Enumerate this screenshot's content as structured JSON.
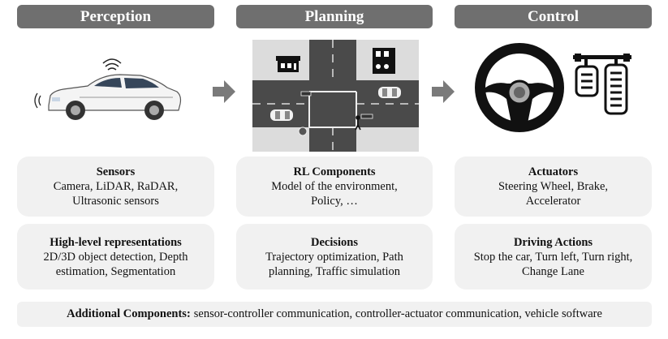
{
  "columns": [
    {
      "header": "Perception",
      "box1": {
        "title": "Sensors",
        "lines": [
          "Camera, LiDAR, RaDAR,",
          "Ultrasonic sensors"
        ]
      },
      "box2": {
        "title": "High-level representations",
        "lines": [
          "2D/3D object detection, Depth",
          "estimation, Segmentation"
        ]
      }
    },
    {
      "header": "Planning",
      "box1": {
        "title": "RL Components",
        "lines": [
          "Model of the environment,",
          "Policy, …"
        ]
      },
      "box2": {
        "title": "Decisions",
        "lines": [
          "Trajectory optimization, Path",
          "planning, Traffic simulation"
        ]
      }
    },
    {
      "header": "Control",
      "box1": {
        "title": "Actuators",
        "lines": [
          "Steering Wheel, Brake,",
          "Accelerator"
        ]
      },
      "box2": {
        "title": "Driving Actions",
        "lines": [
          "Stop the car, Turn left, Turn right,",
          "Change Lane"
        ]
      }
    }
  ],
  "footer": {
    "label": "Additional Components:",
    "text": "sensor-controller communication, controller-actuator communication, vehicle software"
  },
  "colors": {
    "header": "#6f6f6f",
    "box": "#f1f1f1",
    "arrow": "#7a7a7a"
  },
  "icons": [
    "car-icon",
    "intersection-map-icon",
    "steering-wheel-icon",
    "pedals-icon"
  ]
}
